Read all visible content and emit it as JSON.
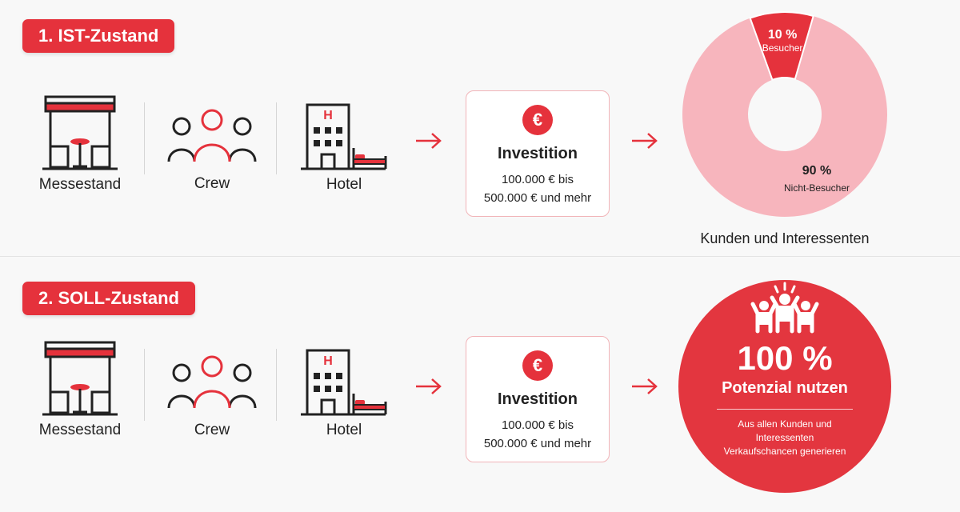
{
  "colors": {
    "accent": "#e5323c",
    "light": "#f7b5bd",
    "line": "#222222"
  },
  "ist": {
    "badge": "1. IST-Zustand",
    "items": [
      {
        "label": "Messestand",
        "icon": "booth-icon"
      },
      {
        "label": "Crew",
        "icon": "people-icon"
      },
      {
        "label": "Hotel",
        "icon": "hotel-icon"
      }
    ],
    "investment": {
      "symbol": "€",
      "title": "Investition",
      "line1": "100.000 € bis",
      "line2": "500.000 € und mehr"
    },
    "donut": {
      "visitors_percent": 10,
      "non_visitors_percent": 90,
      "visitors_value": "10 %",
      "visitors_label": "Besucher",
      "non_visitors_value": "90 %",
      "non_visitors_label": "Nicht-Besucher",
      "caption": "Kunden und Interessenten"
    }
  },
  "soll": {
    "badge": "2. SOLL-Zustand",
    "items": [
      {
        "label": "Messestand",
        "icon": "booth-icon"
      },
      {
        "label": "Crew",
        "icon": "people-icon"
      },
      {
        "label": "Hotel",
        "icon": "hotel-icon"
      }
    ],
    "investment": {
      "symbol": "€",
      "title": "Investition",
      "line1": "100.000 € bis",
      "line2": "500.000 € und mehr"
    },
    "potential": {
      "value": "100 %",
      "label": "Potenzial nutzen",
      "description": "Aus allen Kunden und Interessenten Verkaufschancen generieren",
      "icon": "celebrating-people-icon"
    }
  }
}
